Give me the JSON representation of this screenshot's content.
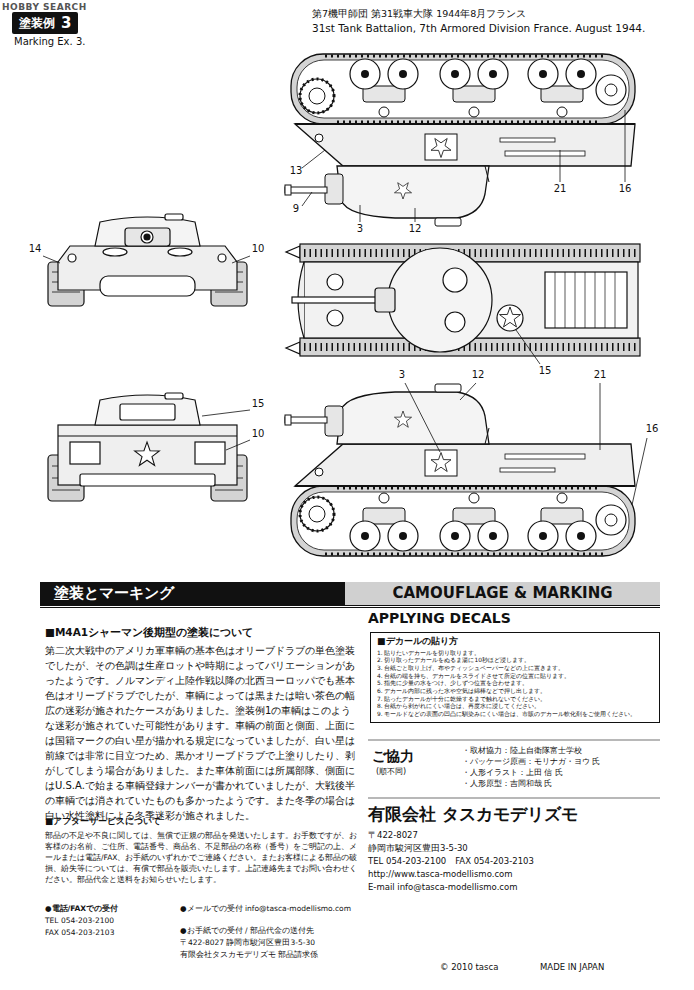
{
  "diagram": {
    "nodes": [
      {
        "text": [
          "塗装例",
          "3"
        ]
      },
      {
        "text": [
          "塗装とマーキング",
          "CAMOUFLAGE & MARKING"
        ]
      },
      {
        "text": [
          "■デカールの貼り方",
          "1. 貼りたいデカールを切り取ります。",
          "2. 切り取ったデカールをぬるま湯に10秒ほど浸します。",
          "3. 台紙ごと取り上げ、布やティッシュペーパーなどの上に置きます。",
          "4. 台紙の端を持ち、デカールをスライドさせて所定の位置に貼ります。",
          "5. 指先に少量の水をつけ、少しずつ位置を合わせます。",
          "6. デカール内部に残った水や空気は綿棒などで押し出します。",
          "7. 貼ったデカールが十分に乾燥するまで触れないでください。",
          "8. 台紙から剥がれにくい場合は、再度水に浸してください。",
          "9. モールドなどの表面の凹凸に馴染みにくい場合は、市販のデカール軟化剤をご使用ください。"
        ]
      }
    ],
    "labels": [
      "HOBBY SEARCH",
      "Marking Ex. 3.",
      "第7機甲師団 第31戦車大隊 1944年8月フランス",
      "31st Tank Battalion, 7th Armored Division France. August 1944.",
      "13",
      "9",
      "3",
      "12",
      "21",
      "16",
      "14",
      "10",
      "15",
      "10",
      "15",
      "3",
      "12",
      "21",
      "16",
      "■M4A1シャーマン後期型の塗装について",
      "第二次大戦中のアメリカ軍車輌の基本色はオリーブドラブの単色塗装でしたが、その色調は生産ロットや時期によってバリエーションがあったようです。ノルマンディ上陸作戦以降の北西ヨーロッパでも基本色はオリーブドラブでしたが、車輌によっては黒または暗い茶色の幅広の迷彩が施されたケースがありました。塗装例1の車輌はこのような迷彩が施されていた可能性があります。車輌の前面と側面、上面には国籍マークの白い星が描かれる規定になっていましたが、白い星は前線では非常に目立つため、黒かオリーブドラブで上塗りしたり、剥がしてしまう場合がありました。また車体前面には所属部隊、側面にはU.S.A.で始まる車輌登録ナンバーが書かれていましたが、大戦後半の車輌では消されていたものも多かったようです。また冬季の場合は白い水性塗料による冬季迷彩が施されました。",
      "APPLYING DECALS",
      "■アフターサービスについて",
      "部品の不足や不良に関しては、無償で正規の部品を発送いたします。お手数ですが、お客様のお名前、ご住所、電話番号、商品名、不足部品の名称（番号）をご明記の上、メールまたは電話/FAX、お手紙のいずれかでご連絡ください。またお客様による部品の破損、紛失等については、有償で部品を販売いたします。上記連絡先までお問い合わせください。部品代金と送料をお知らせいたします。",
      "●電話/FAXでの受付",
      "TEL 054-203-2100",
      "FAX 054-203-2103",
      "●メールでの受付 info@tasca-modellismo.com",
      "●お手紙での受付 / 部品代金の送付先",
      "〒422-8027 静岡市駿河区豊田3-5-30",
      "有限会社タスカモデリズモ 部品請求係",
      "ご協力",
      "(順不同)",
      "・取材協力：陸上自衛隊富士学校",
      "・パッケージ原画：モリナガ・ヨウ 氏",
      "・人形イラスト：上田 信 氏",
      "・人形原型：吉岡和哉 氏",
      "有限会社 タスカモデリズモ",
      "〒422-8027",
      "静岡市駿河区豊田3-5-30",
      "TEL 054-203-2100　FAX 054-203-2103",
      "http://www.tasca-modellismo.com",
      "E-mail info@tasca-modellismo.com",
      "© 2010 tasca",
      "MADE IN JAPAN"
    ]
  }
}
